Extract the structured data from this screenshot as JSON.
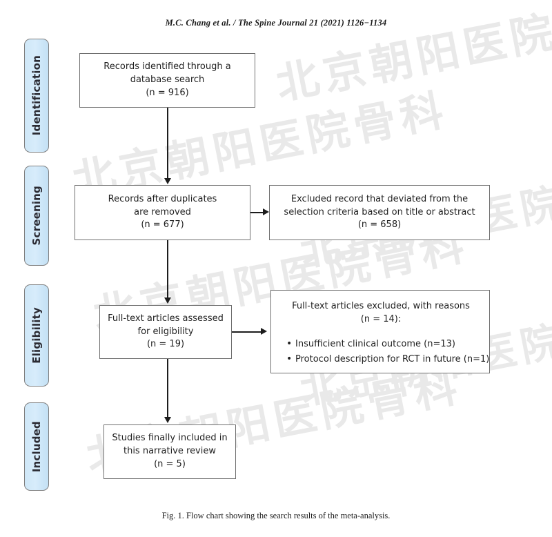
{
  "page": {
    "running_head": "M.C. Chang et al. / The Spine Journal 21 (2021) 1126−1134",
    "caption": "Fig. 1.  Flow chart showing the search results of the meta-analysis.",
    "watermark_text": "北京朝阳医院骨科"
  },
  "stages": [
    {
      "label": "Identification"
    },
    {
      "label": "Screening"
    },
    {
      "label": "Eligibility"
    },
    {
      "label": "Included"
    }
  ],
  "boxes": {
    "identified": {
      "line1": "Records identified through a",
      "line2": "database search",
      "line3": "(n = 916)"
    },
    "after_duplicates": {
      "line1": "Records after duplicates",
      "line2": "are removed",
      "line3": "(n = 677)"
    },
    "excluded_records": {
      "line1": "Excluded record that deviated from the",
      "line2": "selection criteria based on title or abstract",
      "line3": "(n = 658)"
    },
    "fulltext_assessed": {
      "line1": "Full-text articles assessed",
      "line2": "for eligibility",
      "line3": "(n = 19)"
    },
    "fulltext_excluded": {
      "line1": "Full-text articles excluded, with reasons",
      "line2": "(n = 14):",
      "reasons": [
        "Insufficient clinical outcome (n=13)",
        "Protocol description for RCT in future (n=1)"
      ]
    },
    "included_studies": {
      "line1": "Studies finally included in",
      "line2": "this narrative review",
      "line3": "(n = 5)"
    }
  },
  "colors": {
    "stage_fill": "#d2e9f8",
    "stage_border": "#7f7f7f",
    "box_border": "#6e6e6e",
    "connector": "#1c1c1c",
    "watermark": "#e9e9e9"
  }
}
